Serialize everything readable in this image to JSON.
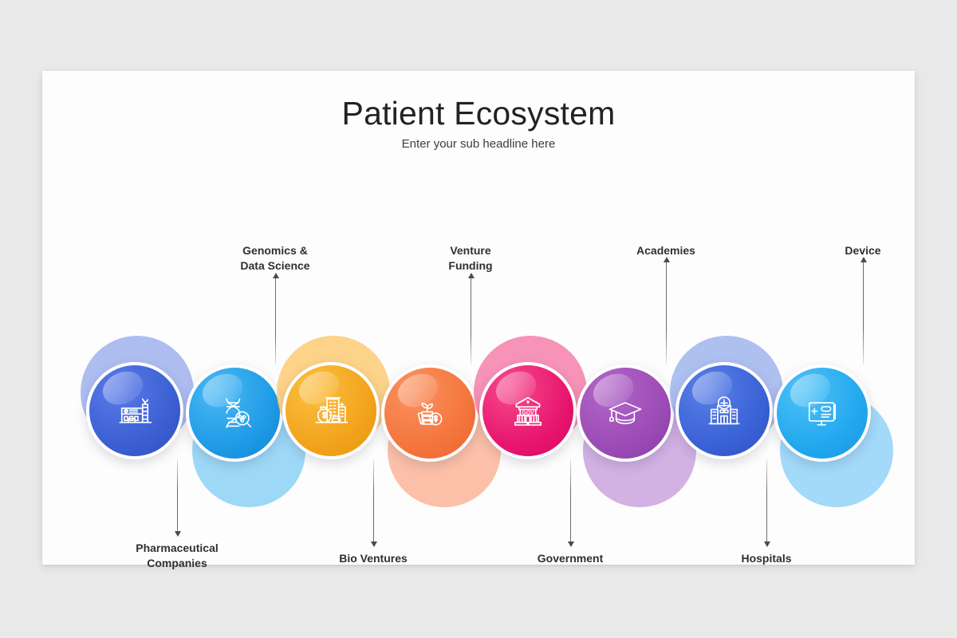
{
  "slide": {
    "title": "Patient Ecosystem",
    "subtitle": "Enter your sub headline here",
    "background_color": "#e9e9e9",
    "surface_color": "#fdfdfd"
  },
  "nodes": [
    {
      "label": "Pharmaceutical\nCompanies",
      "label_line1": "Pharmaceutical",
      "label_line2": "Companies",
      "label_position": "bottom",
      "icon": "factory-icon",
      "front_color": "#3b5fd2",
      "front_color_2": "#4a6ee0",
      "back_color": "#8fa4ea",
      "back_offset": "up-left"
    },
    {
      "label": "Genomics &\nData Science",
      "label_line1": "Genomics &",
      "label_line2": "Data Science",
      "label_position": "top",
      "icon": "dna-magnifier-icon",
      "front_color": "#1e9ae6",
      "front_color_2": "#39aef0",
      "back_color": "#79c9f4",
      "back_offset": "down-right"
    },
    {
      "label": "Bio Ventures",
      "label_line1": "Bio Ventures",
      "label_line2": "",
      "label_position": "bottom",
      "icon": "money-bag-buildings-icon",
      "front_color": "#f2a31b",
      "front_color_2": "#f7b32e",
      "back_color": "#fbc25b",
      "back_offset": "up-left"
    },
    {
      "label": "Venture\nFunding",
      "label_line1": "Venture",
      "label_line2": "Funding",
      "label_position": "top",
      "icon": "plant-coins-icon",
      "front_color": "#f4753c",
      "front_color_2": "#fa8a52",
      "back_color": "#f9a885",
      "back_offset": "down-right"
    },
    {
      "label": "Government",
      "label_line1": "Government",
      "label_line2": "",
      "label_position": "bottom",
      "icon": "government-building-icon",
      "front_color": "#e8156e",
      "front_color_2": "#f23a84",
      "back_color": "#f4699b",
      "back_offset": "up-left"
    },
    {
      "label": "Academies",
      "label_line1": "Academies",
      "label_line2": "",
      "label_position": "top",
      "icon": "graduation-cap-icon",
      "front_color": "#9b4bb5",
      "front_color_2": "#a95ec4",
      "back_color": "#c093d8",
      "back_offset": "down-right"
    },
    {
      "label": "Hospitals",
      "label_line1": "Hospitals",
      "label_line2": "",
      "label_position": "bottom",
      "icon": "hospital-icon",
      "front_color": "#3a62d6",
      "front_color_2": "#4b74e4",
      "back_color": "#8fa8ea",
      "back_offset": "up-left"
    },
    {
      "label": "Device",
      "label_line1": "Device",
      "label_line2": "",
      "label_position": "top",
      "icon": "medical-monitor-icon",
      "front_color": "#22a7ee",
      "front_color_2": "#3fb7f5",
      "back_color": "#7fcaf6",
      "back_offset": "down-right"
    }
  ]
}
